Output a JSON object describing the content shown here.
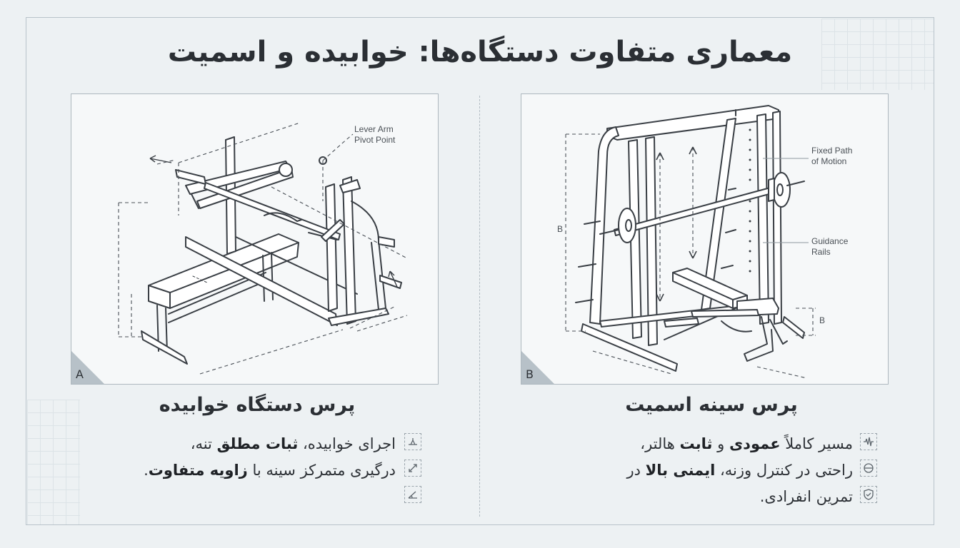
{
  "title": "معماری متفاوت دستگاه‌ها: خوابیده و اسمیت",
  "left": {
    "letter": "A",
    "callout": "Lever Arm\nPivot Point",
    "subtitle": "پرس دستگاه خوابیده",
    "line1_a": "اجرای خوابیده، ",
    "line1_b": "ثبات مطلق",
    "line1_c": " تنه،",
    "line2_a": "درگیری متمرکز سینه با ",
    "line2_b": "زاویه متفاوت",
    "line2_c": ".",
    "icons": [
      "bench-line-icon",
      "diagonal-arrow-icon",
      "angle-icon"
    ]
  },
  "right": {
    "letter": "B",
    "callout1": "Fixed Path\nof Motion",
    "callout2": "Guidance\nRails",
    "dim1": "B",
    "dim2": "B",
    "subtitle": "پرس سینه اسمیت",
    "line1_a": "مسیر کاملاً ",
    "line1_b": "عمودی",
    "line1_c": " و ",
    "line1_d": "ثابت",
    "line1_e": " هالتر،",
    "line2_a": "راحتی در کنترل وزنه، ",
    "line2_b": "ایمنی بالا",
    "line2_c": " در",
    "line3": "تمرین انفرادی.",
    "icons": [
      "waveform-icon",
      "ring-bar-icon",
      "shield-check-icon"
    ]
  }
}
